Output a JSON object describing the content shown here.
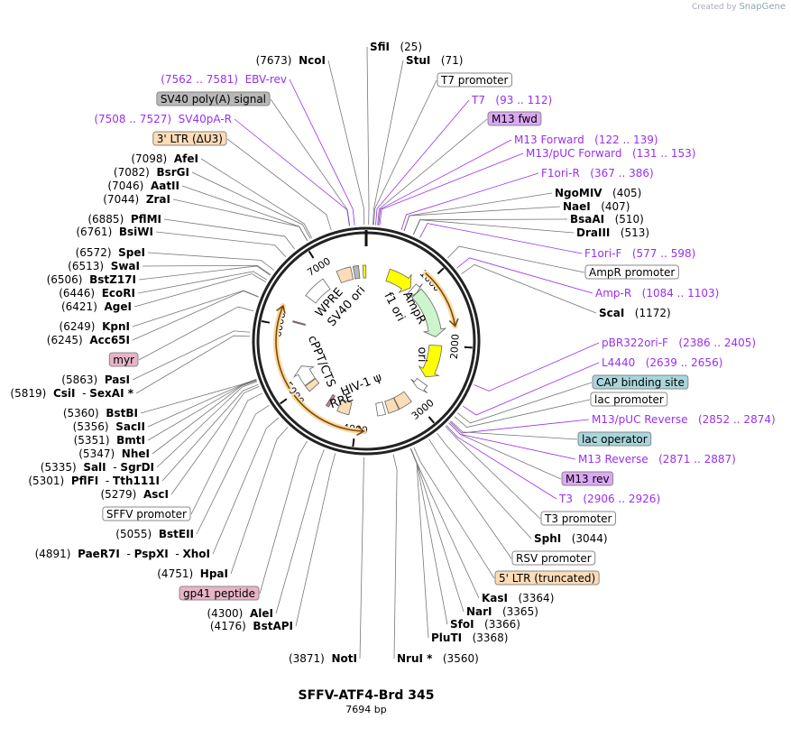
{
  "credit": {
    "prefix": "Created by",
    "brand": "SnapGene"
  },
  "plasmid": {
    "name": "SFFV-ATF4-Brd 345",
    "length": "7694 bp",
    "total_bp": 7694
  },
  "ticks": [
    "1000",
    "2000",
    "3000",
    "4000",
    "5000",
    "6000",
    "7000"
  ],
  "right_labels": [
    {
      "kind": "site",
      "names": [
        "SfiI"
      ],
      "pos": "(25)",
      "bp": 25
    },
    {
      "kind": "site",
      "names": [
        "StuI"
      ],
      "pos": "(71)",
      "bp": 71
    },
    {
      "kind": "feature",
      "name": "T7 promoter",
      "color": "#ffffff",
      "bp": 80
    },
    {
      "kind": "primer",
      "name": "T7",
      "range": "(93 .. 112)",
      "bp": 100
    },
    {
      "kind": "feature",
      "name": "M13 fwd",
      "color": "#dca8f5",
      "bp": 120
    },
    {
      "kind": "primer",
      "name": "M13 Forward",
      "range": "(122 .. 139)",
      "bp": 130
    },
    {
      "kind": "primer",
      "name": "M13/pUC Forward",
      "range": "(131 .. 153)",
      "bp": 142
    },
    {
      "kind": "primer",
      "name": "F1ori-R",
      "range": "(367 .. 386)",
      "bp": 376
    },
    {
      "kind": "site",
      "names": [
        "NgoMIV"
      ],
      "pos": "(405)",
      "bp": 405
    },
    {
      "kind": "site",
      "names": [
        "NaeI"
      ],
      "pos": "(407)",
      "bp": 407
    },
    {
      "kind": "site",
      "names": [
        "BsaAI"
      ],
      "pos": "(510)",
      "bp": 510
    },
    {
      "kind": "site",
      "names": [
        "DraIII"
      ],
      "pos": "(513)",
      "bp": 513
    },
    {
      "kind": "primer",
      "name": "F1ori-F",
      "range": "(577 .. 598)",
      "bp": 588
    },
    {
      "kind": "feature",
      "name": "AmpR promoter",
      "color": "#ffffff",
      "bp": 950
    },
    {
      "kind": "primer",
      "name": "Amp-R",
      "range": "(1084 .. 1103)",
      "bp": 1094
    },
    {
      "kind": "site",
      "names": [
        "ScaI"
      ],
      "pos": "(1172)",
      "bp": 1172
    },
    {
      "kind": "primer",
      "name": "pBR322ori-F",
      "range": "(2386 .. 2405)",
      "bp": 2396
    },
    {
      "kind": "primer",
      "name": "L4440",
      "range": "(2639 .. 2656)",
      "bp": 2648
    },
    {
      "kind": "feature",
      "name": "CAP binding site",
      "color": "#a8d6dc",
      "bp": 2740
    },
    {
      "kind": "feature",
      "name": "lac promoter",
      "color": "#ffffff",
      "bp": 2790
    },
    {
      "kind": "primer",
      "name": "M13/pUC Reverse",
      "range": "(2852 .. 2874)",
      "bp": 2863
    },
    {
      "kind": "feature",
      "name": "lac operator",
      "color": "#a8d6dc",
      "bp": 2850
    },
    {
      "kind": "primer",
      "name": "M13 Reverse",
      "range": "(2871 .. 2887)",
      "bp": 2879
    },
    {
      "kind": "feature",
      "name": "M13 rev",
      "color": "#dca8f5",
      "bp": 2880
    },
    {
      "kind": "primer",
      "name": "T3",
      "range": "(2906 .. 2926)",
      "bp": 2916
    },
    {
      "kind": "feature",
      "name": "T3 promoter",
      "color": "#ffffff",
      "bp": 2930
    },
    {
      "kind": "site",
      "names": [
        "SphI"
      ],
      "pos": "(3044)",
      "bp": 3044
    },
    {
      "kind": "feature",
      "name": "RSV promoter",
      "color": "#ffffff",
      "bp": 3150
    },
    {
      "kind": "feature",
      "name": "5' LTR (truncated)",
      "color": "#fddcb8",
      "bp": 3330
    },
    {
      "kind": "site",
      "names": [
        "KasI"
      ],
      "pos": "(3364)",
      "bp": 3364
    },
    {
      "kind": "site",
      "names": [
        "NarI"
      ],
      "pos": "(3365)",
      "bp": 3365
    },
    {
      "kind": "site",
      "names": [
        "SfoI"
      ],
      "pos": "(3366)",
      "bp": 3366
    },
    {
      "kind": "site",
      "names": [
        "PluTI"
      ],
      "pos": "(3368)",
      "bp": 3368
    },
    {
      "kind": "site",
      "names": [
        "NruI *"
      ],
      "pos": "(3560)",
      "bp": 3560
    }
  ],
  "left_labels": [
    {
      "kind": "site",
      "names": [
        "NcoI"
      ],
      "pos": "(7673)",
      "bp": 7673
    },
    {
      "kind": "primer",
      "name": "EBV-rev",
      "range": "(7562 .. 7581)",
      "bp": 7571
    },
    {
      "kind": "feature",
      "name": "SV40 poly(A) signal",
      "color": "#b8b8b8",
      "bp": 7520
    },
    {
      "kind": "primer",
      "name": "SV40pA-R",
      "range": "(7508 .. 7527)",
      "bp": 7517
    },
    {
      "kind": "feature",
      "name": "3' LTR (ΔU3)",
      "color": "#fddcb8",
      "bp": 7320
    },
    {
      "kind": "site",
      "names": [
        "AfeI"
      ],
      "pos": "(7098)",
      "bp": 7098
    },
    {
      "kind": "site",
      "names": [
        "BsrGI"
      ],
      "pos": "(7082)",
      "bp": 7082
    },
    {
      "kind": "site",
      "names": [
        "AatII"
      ],
      "pos": "(7046)",
      "bp": 7046
    },
    {
      "kind": "site",
      "names": [
        "ZraI"
      ],
      "pos": "(7044)",
      "bp": 7044
    },
    {
      "kind": "site",
      "names": [
        "PflMI"
      ],
      "pos": "(6885)",
      "bp": 6885
    },
    {
      "kind": "site",
      "names": [
        "BsiWI"
      ],
      "pos": "(6761)",
      "bp": 6761
    },
    {
      "kind": "site",
      "names": [
        "SpeI"
      ],
      "pos": "(6572)",
      "bp": 6572
    },
    {
      "kind": "site",
      "names": [
        "SwaI"
      ],
      "pos": "(6513)",
      "bp": 6513
    },
    {
      "kind": "site",
      "names": [
        "BstZ17I"
      ],
      "pos": "(6506)",
      "bp": 6506
    },
    {
      "kind": "site",
      "names": [
        "EcoRI"
      ],
      "pos": "(6446)",
      "bp": 6446
    },
    {
      "kind": "site",
      "names": [
        "AgeI"
      ],
      "pos": "(6421)",
      "bp": 6421
    },
    {
      "kind": "site",
      "names": [
        "KpnI"
      ],
      "pos": "(6249)",
      "bp": 6249
    },
    {
      "kind": "site",
      "names": [
        "Acc65I"
      ],
      "pos": "(6245)",
      "bp": 6245
    },
    {
      "kind": "feature",
      "name": "myr",
      "color": "#e8b4c8",
      "bp": 6090
    },
    {
      "kind": "site",
      "names": [
        "PasI"
      ],
      "pos": "(5863)",
      "bp": 5863
    },
    {
      "kind": "site",
      "names": [
        "CsiI",
        "SexAI *"
      ],
      "pos": "(5819)",
      "bp": 5819
    },
    {
      "kind": "site",
      "names": [
        "BstBI"
      ],
      "pos": "(5360)",
      "bp": 5360
    },
    {
      "kind": "site",
      "names": [
        "SacII"
      ],
      "pos": "(5356)",
      "bp": 5356
    },
    {
      "kind": "site",
      "names": [
        "BmtI"
      ],
      "pos": "(5351)",
      "bp": 5351
    },
    {
      "kind": "site",
      "names": [
        "NheI"
      ],
      "pos": "(5347)",
      "bp": 5347
    },
    {
      "kind": "site",
      "names": [
        "SalI",
        "SgrDI"
      ],
      "pos": "(5335)",
      "bp": 5335
    },
    {
      "kind": "site",
      "names": [
        "PflFI",
        "Tth111I"
      ],
      "pos": "(5301)",
      "bp": 5301
    },
    {
      "kind": "site",
      "names": [
        "AscI"
      ],
      "pos": "(5279)",
      "bp": 5279
    },
    {
      "kind": "feature",
      "name": "SFFV promoter",
      "color": "#ffffff",
      "bp": 5200
    },
    {
      "kind": "site",
      "names": [
        "BstEII"
      ],
      "pos": "(5055)",
      "bp": 5055
    },
    {
      "kind": "site",
      "names": [
        "PaeR7I",
        "PspXI",
        "XhoI"
      ],
      "pos": "(4891)",
      "bp": 4891
    },
    {
      "kind": "site",
      "names": [
        "HpaI"
      ],
      "pos": "(4751)",
      "bp": 4751
    },
    {
      "kind": "feature",
      "name": "gp41 peptide",
      "color": "#e8b4c8",
      "bp": 4500
    },
    {
      "kind": "site",
      "names": [
        "AleI"
      ],
      "pos": "(4300)",
      "bp": 4300
    },
    {
      "kind": "site",
      "names": [
        "BstAPI"
      ],
      "pos": "(4176)",
      "bp": 4176
    },
    {
      "kind": "site",
      "names": [
        "NotI"
      ],
      "pos": "(3871)",
      "bp": 3871
    }
  ],
  "features": [
    {
      "name": "SV40 ori",
      "start": 7640,
      "end": 7690,
      "color": "#ffff00",
      "label": "SV40 ori"
    },
    {
      "name": "SV40 poly(A) signal",
      "start": 7480,
      "end": 7570,
      "color": "#b8b8b8",
      "label": ""
    },
    {
      "name": "3' LTR (ΔU3)",
      "start": 7200,
      "end": 7440,
      "color": "#fddcb8",
      "label": ""
    },
    {
      "name": "WPRE",
      "start": 6560,
      "end": 6950,
      "color": "#ffffff",
      "label": "WPRE"
    },
    {
      "name": "f1 ori",
      "start": 390,
      "end": 850,
      "color": "#ffff00",
      "label": "f1 ori",
      "arrow": "cw"
    },
    {
      "name": "AmpR promoter",
      "start": 880,
      "end": 990,
      "color": "#ffffff",
      "label": "",
      "arrow": "cw"
    },
    {
      "name": "AmpR",
      "start": 995,
      "end": 1850,
      "color": "#ccf5cc",
      "label": "AmpR",
      "arrow": "cw"
    },
    {
      "name": "ori",
      "start": 2000,
      "end": 2590,
      "color": "#ffff00",
      "label": "ori",
      "arrow": "cw"
    },
    {
      "name": "lac promoter",
      "start": 2700,
      "end": 2830,
      "color": "#ffffff",
      "label": "",
      "arrow": "cw"
    },
    {
      "name": "RSV promoter",
      "start": 3060,
      "end": 3290,
      "color": "#fddcb8",
      "label": ""
    },
    {
      "name": "5' LTR (truncated)",
      "start": 3300,
      "end": 3480,
      "color": "#fddcb8",
      "label": ""
    },
    {
      "name": "HIV-1 ψ",
      "start": 3530,
      "end": 3660,
      "color": "#ffffff",
      "label": "HIV-1 ψ"
    },
    {
      "name": "RRE",
      "start": 4130,
      "end": 4330,
      "color": "#fddcb8",
      "label": "RRE"
    },
    {
      "name": "gp41 peptide",
      "start": 4480,
      "end": 4530,
      "color": "#c87aa0",
      "label": ""
    },
    {
      "name": "cPPT/CTS",
      "start": 4880,
      "end": 4990,
      "color": "#fddcb8",
      "label": "cPPT/CTS"
    },
    {
      "name": "SFFV promoter",
      "start": 5000,
      "end": 5320,
      "color": "#ffffff",
      "label": "",
      "arrow": "cw"
    },
    {
      "name": "myr",
      "start": 6080,
      "end": 6100,
      "color": "#c04a80",
      "label": ""
    }
  ],
  "orfs": [
    {
      "start": 880,
      "end": 1720,
      "dir": "cw"
    },
    {
      "start": 3880,
      "end": 4980,
      "dir": "ccw"
    },
    {
      "start": 5090,
      "end": 6260,
      "dir": "cw"
    }
  ],
  "colors": {
    "primer": "#9a2ff0",
    "orf": "#f0a030",
    "line": "#777777"
  }
}
